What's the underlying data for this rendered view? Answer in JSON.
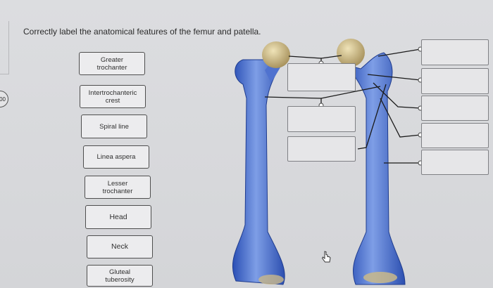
{
  "instruction": "Correctly label the anatomical features of the femur and patella.",
  "side_badge": "00",
  "labels": [
    {
      "text": "Greater\ntrochanter"
    },
    {
      "text": "Intertrochanteric\ncrest"
    },
    {
      "text": "Spiral line"
    },
    {
      "text": "Linea aspera"
    },
    {
      "text": "Lesser\ntrochanter"
    },
    {
      "text": "Head"
    },
    {
      "text": "Neck"
    },
    {
      "text": "Gluteal\ntuberosity"
    }
  ],
  "drop_boxes": [
    {
      "value": ""
    },
    {
      "value": ""
    },
    {
      "value": ""
    },
    {
      "value": ""
    },
    {
      "value": ""
    },
    {
      "value": ""
    },
    {
      "value": ""
    },
    {
      "value": ""
    }
  ],
  "colors": {
    "bone_blue": "#3b63c9",
    "bone_light": "#8aa8e8",
    "bone_head": "#c7b484",
    "leader_line": "#1a1a1a"
  }
}
